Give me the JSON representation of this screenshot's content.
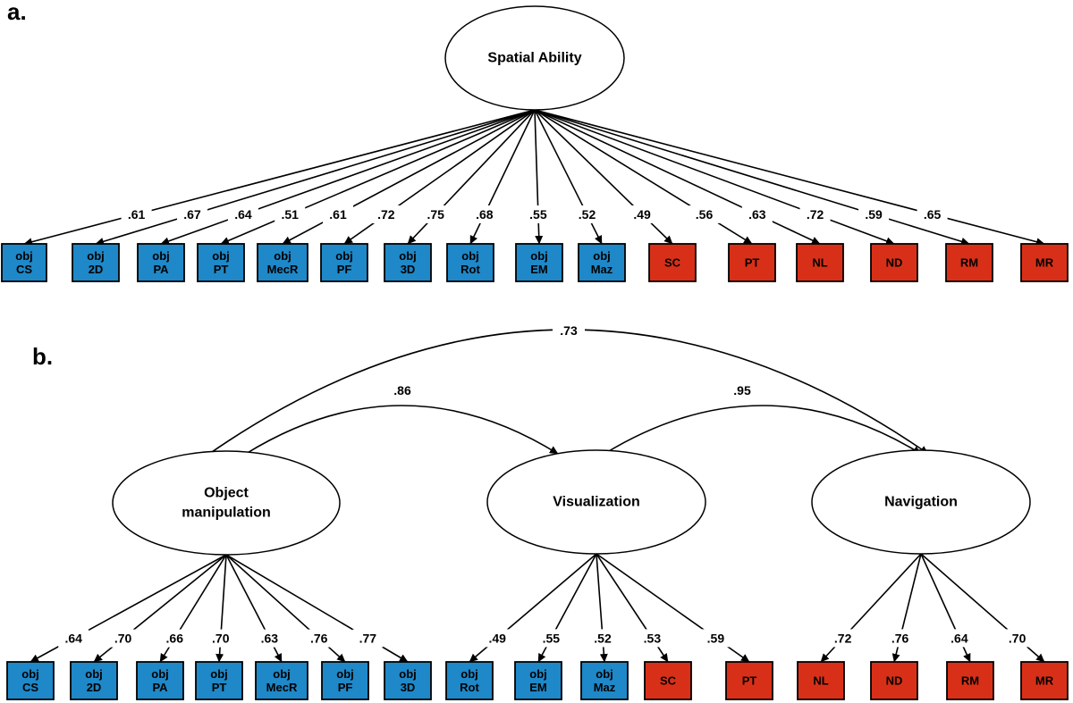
{
  "colors": {
    "blue": "#1e88c8",
    "red": "#d83018"
  },
  "panel_a": {
    "label": "a.",
    "latent": {
      "text": "Spatial Ability"
    },
    "indicators": [
      {
        "lines": [
          "obj",
          "CS"
        ],
        "color": "blue",
        "coef": ".61"
      },
      {
        "lines": [
          "obj",
          "2D"
        ],
        "color": "blue",
        "coef": ".67"
      },
      {
        "lines": [
          "obj",
          "PA"
        ],
        "color": "blue",
        "coef": ".64"
      },
      {
        "lines": [
          "obj",
          "PT"
        ],
        "color": "blue",
        "coef": ".51"
      },
      {
        "lines": [
          "obj",
          "MecR"
        ],
        "color": "blue",
        "coef": ".61"
      },
      {
        "lines": [
          "obj",
          "PF"
        ],
        "color": "blue",
        "coef": ".72"
      },
      {
        "lines": [
          "obj",
          "3D"
        ],
        "color": "blue",
        "coef": ".75"
      },
      {
        "lines": [
          "obj",
          "Rot"
        ],
        "color": "blue",
        "coef": ".68"
      },
      {
        "lines": [
          "obj",
          "EM"
        ],
        "color": "blue",
        "coef": ".55"
      },
      {
        "lines": [
          "obj",
          "Maz"
        ],
        "color": "blue",
        "coef": ".52"
      },
      {
        "lines": [
          "SC"
        ],
        "color": "red",
        "coef": ".49"
      },
      {
        "lines": [
          "PT"
        ],
        "color": "red",
        "coef": ".56"
      },
      {
        "lines": [
          "NL"
        ],
        "color": "red",
        "coef": ".63"
      },
      {
        "lines": [
          "ND"
        ],
        "color": "red",
        "coef": ".72"
      },
      {
        "lines": [
          "RM"
        ],
        "color": "red",
        "coef": ".59"
      },
      {
        "lines": [
          "MR"
        ],
        "color": "red",
        "coef": ".65"
      }
    ]
  },
  "panel_b": {
    "label": "b.",
    "factors": [
      {
        "lines": [
          "Object",
          "manipulation"
        ],
        "indicators": [
          {
            "lines": [
              "obj",
              "CS"
            ],
            "color": "blue",
            "coef": ".64"
          },
          {
            "lines": [
              "obj",
              "2D"
            ],
            "color": "blue",
            "coef": ".70"
          },
          {
            "lines": [
              "obj",
              "PA"
            ],
            "color": "blue",
            "coef": ".66"
          },
          {
            "lines": [
              "obj",
              "PT"
            ],
            "color": "blue",
            "coef": ".70"
          },
          {
            "lines": [
              "obj",
              "MecR"
            ],
            "color": "blue",
            "coef": ".63"
          },
          {
            "lines": [
              "obj",
              "PF"
            ],
            "color": "blue",
            "coef": ".76"
          },
          {
            "lines": [
              "obj",
              "3D"
            ],
            "color": "blue",
            "coef": ".77"
          }
        ]
      },
      {
        "lines": [
          "Visualization"
        ],
        "indicators": [
          {
            "lines": [
              "obj",
              "Rot"
            ],
            "color": "blue",
            "coef": ".49"
          },
          {
            "lines": [
              "obj",
              "EM"
            ],
            "color": "blue",
            "coef": ".55"
          },
          {
            "lines": [
              "obj",
              "Maz"
            ],
            "color": "blue",
            "coef": ".52"
          },
          {
            "lines": [
              "SC"
            ],
            "color": "red",
            "coef": ".53"
          },
          {
            "lines": [
              "PT"
            ],
            "color": "red",
            "coef": ".59"
          }
        ]
      },
      {
        "lines": [
          "Navigation"
        ],
        "indicators": [
          {
            "lines": [
              "NL"
            ],
            "color": "red",
            "coef": ".72"
          },
          {
            "lines": [
              "ND"
            ],
            "color": "red",
            "coef": ".76"
          },
          {
            "lines": [
              "RM"
            ],
            "color": "red",
            "coef": ".64"
          },
          {
            "lines": [
              "MR"
            ],
            "color": "red",
            "coef": ".70"
          }
        ]
      }
    ],
    "correlations": [
      {
        "from": 0,
        "to": 1,
        "coef": ".86"
      },
      {
        "from": 1,
        "to": 2,
        "coef": ".95"
      },
      {
        "from": 0,
        "to": 2,
        "coef": ".73"
      }
    ]
  }
}
